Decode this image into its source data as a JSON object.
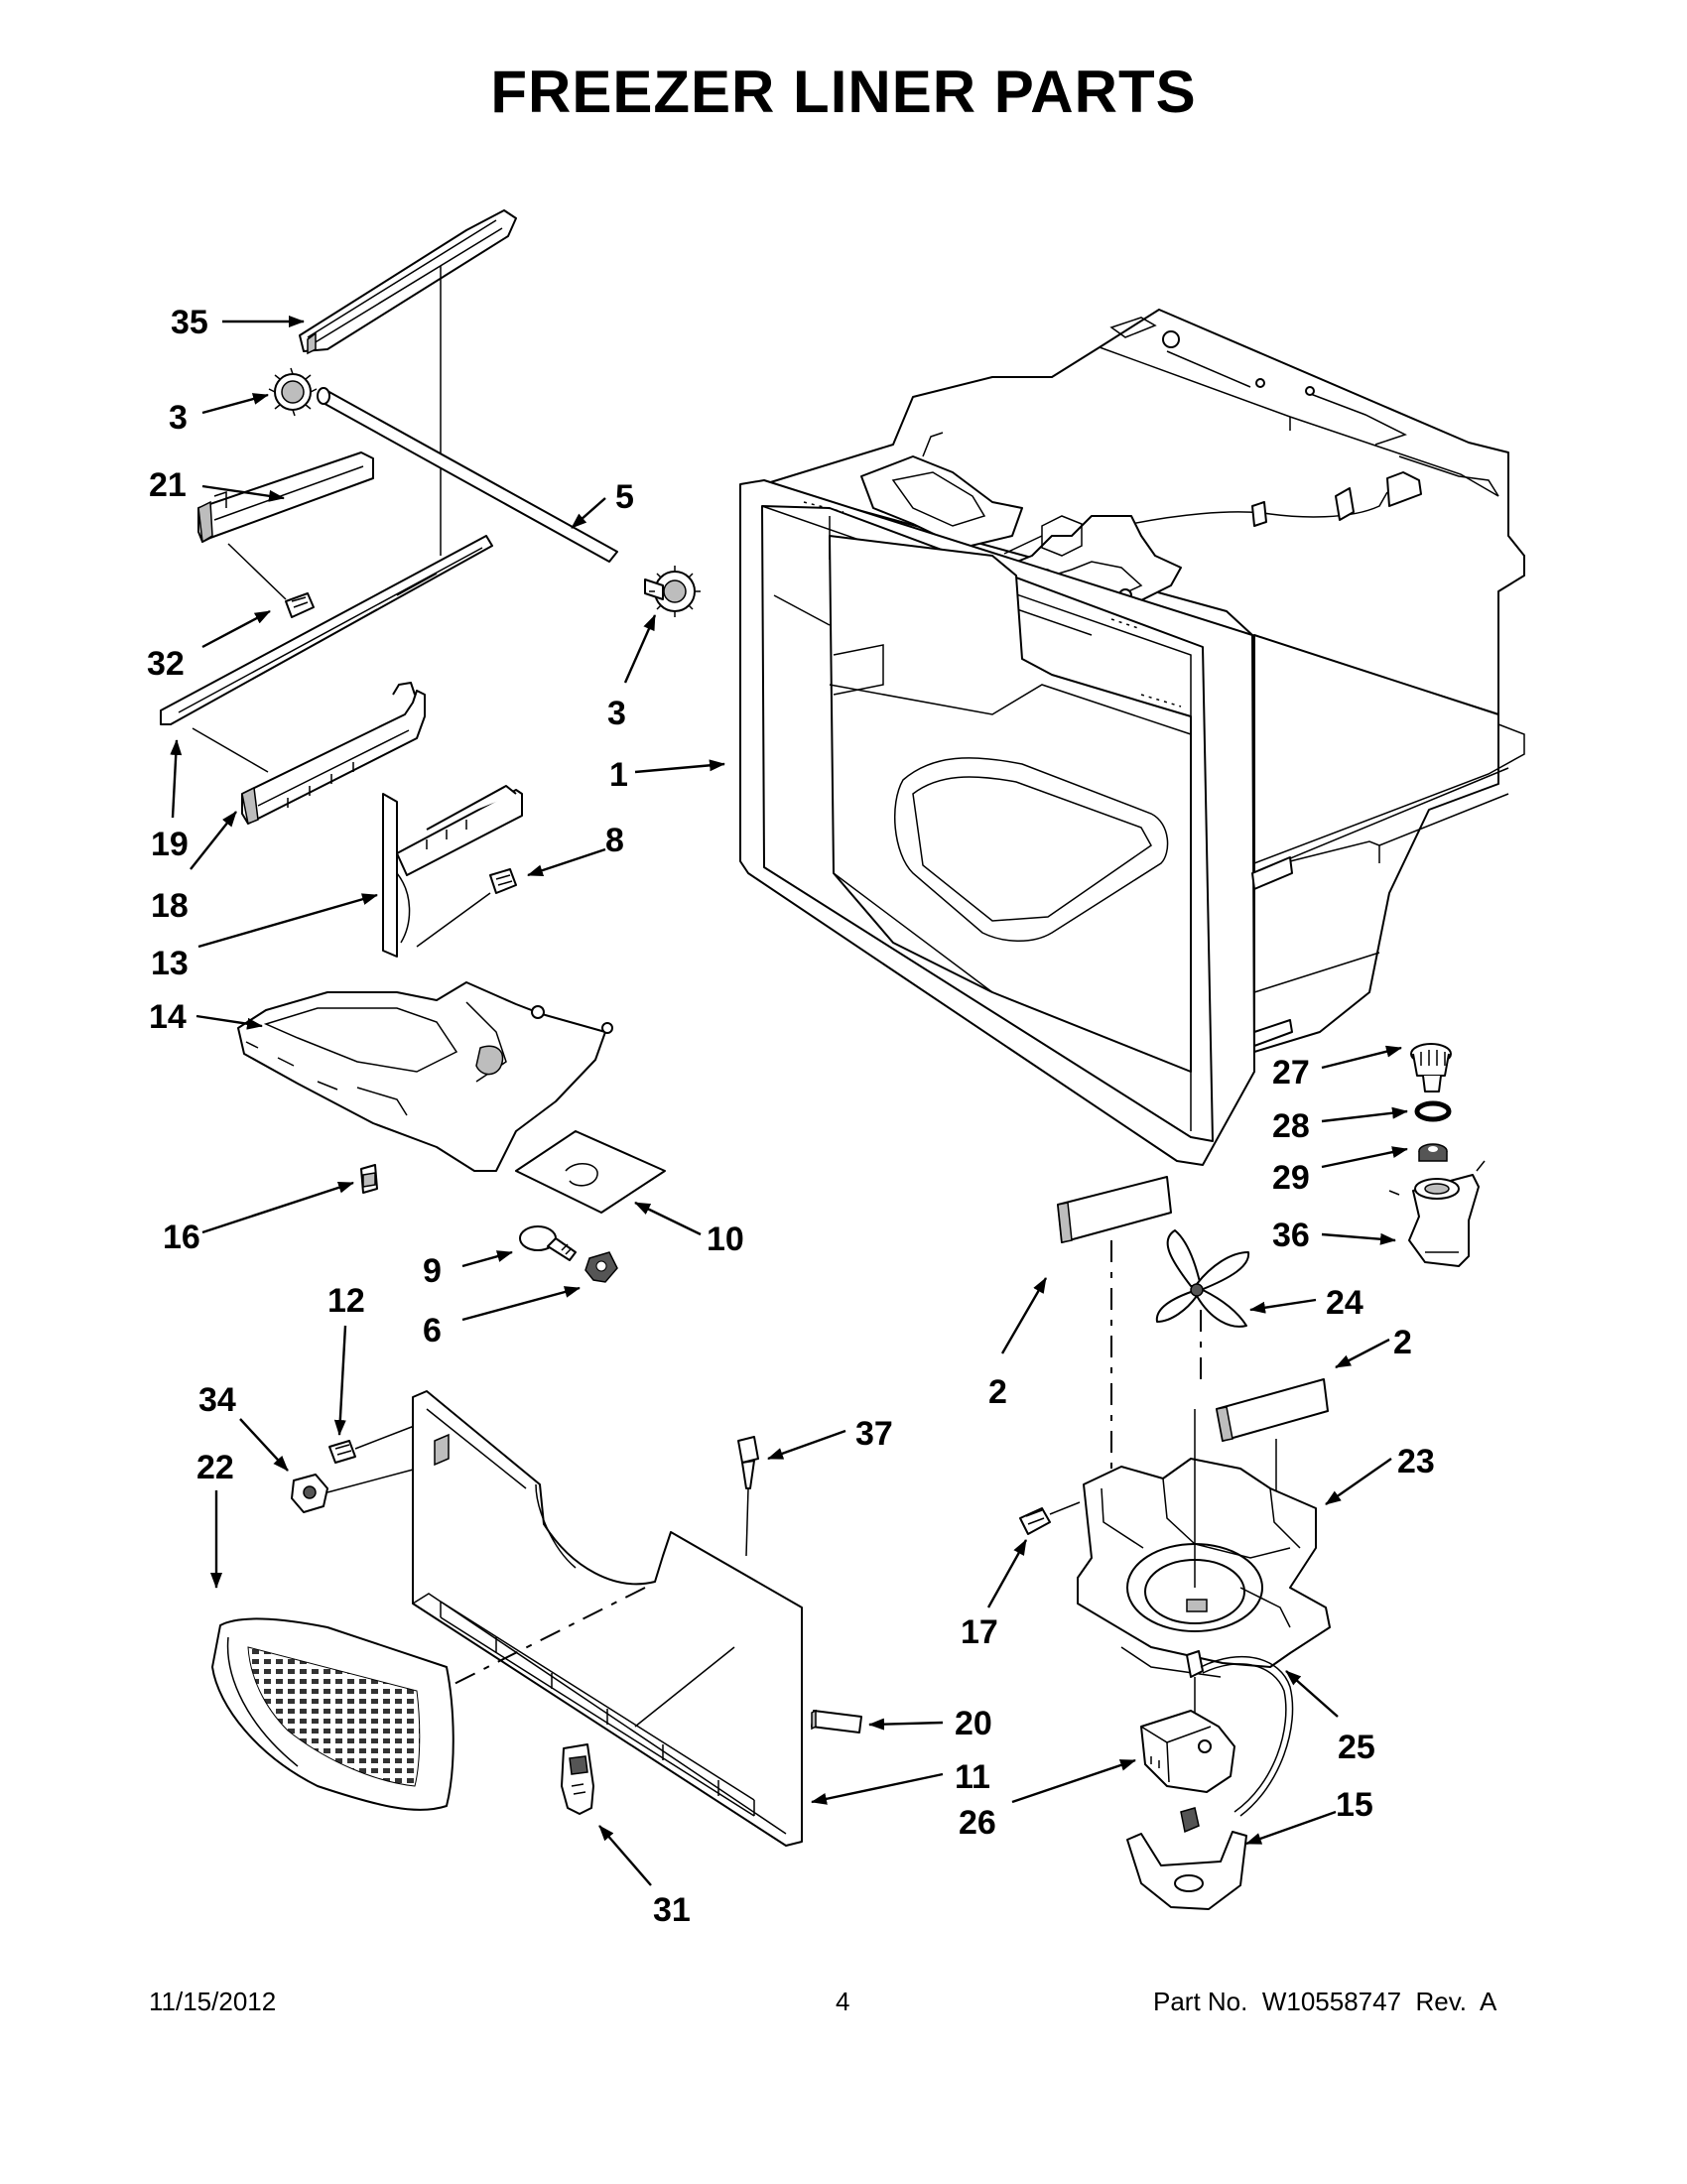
{
  "title": "FREEZER LINER PARTS",
  "callouts": {
    "c35": "35",
    "c3a": "3",
    "c21": "21",
    "c5": "5",
    "c32": "32",
    "c3b": "3",
    "c1": "1",
    "c19": "19",
    "c18": "18",
    "c8": "8",
    "c13": "13",
    "c14": "14",
    "c27": "27",
    "c28": "28",
    "c29": "29",
    "c16": "16",
    "c10": "10",
    "c36": "36",
    "c9": "9",
    "c6": "6",
    "c24": "24",
    "c12": "12",
    "c2a": "2",
    "c2b": "2",
    "c34": "34",
    "c37": "37",
    "c22": "22",
    "c23": "23",
    "c17": "17",
    "c20": "20",
    "c25": "25",
    "c11": "11",
    "c26": "26",
    "c15": "15",
    "c31": "31"
  },
  "footer": {
    "date": "11/15/2012",
    "page": "4",
    "part_no": "Part No.  W10558747  Rev.  A"
  }
}
